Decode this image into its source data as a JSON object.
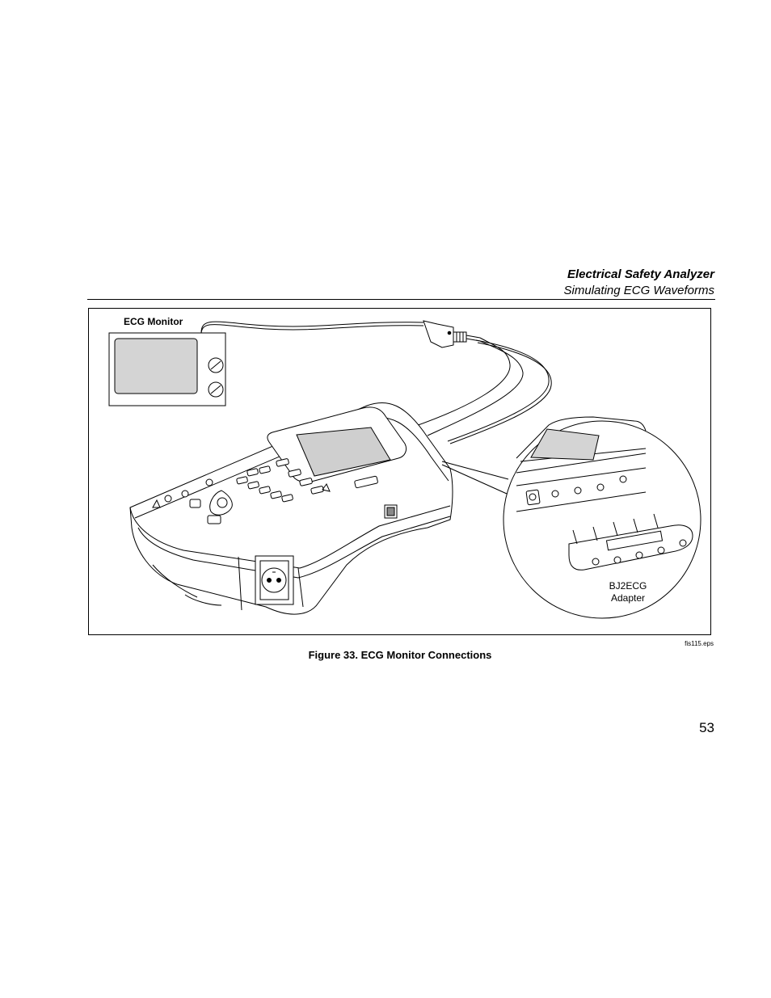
{
  "header": {
    "title": "Electrical Safety Analyzer",
    "subtitle": "Simulating ECG Waveforms"
  },
  "figure": {
    "labels": {
      "ecg_monitor": "ECG Monitor",
      "adapter_line1": "BJ2ECG",
      "adapter_line2": "Adapter"
    },
    "file_name": "fis115.eps",
    "caption": "Figure 33. ECG Monitor Connections"
  },
  "page_number": "53"
}
